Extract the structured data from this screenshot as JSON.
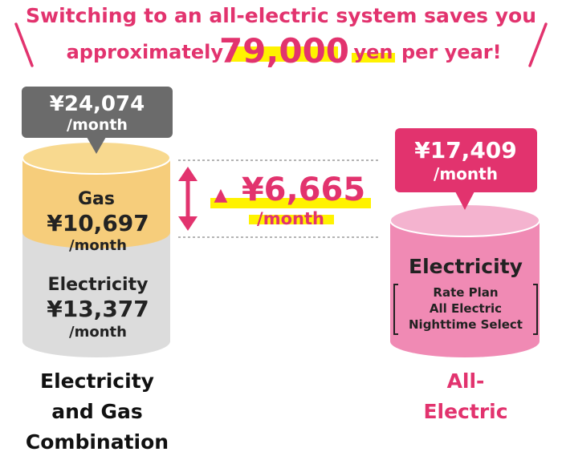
{
  "headline": {
    "line1": "Switching to an all-electric system saves you",
    "line2_prefix": "approximately",
    "savings_amount": "79,000",
    "line2_suffix_unit": "yen",
    "line2_suffix": "per year!"
  },
  "left": {
    "total_amount": "¥24,074",
    "total_unit": "/month",
    "gas_label": "Gas",
    "gas_amount": "¥10,697",
    "gas_unit": "/month",
    "elec_label": "Electricity",
    "elec_amount": "¥13,377",
    "elec_unit": "/month",
    "caption_line1": "Electricity",
    "caption_line2": "and Gas",
    "caption_line3": "Combination"
  },
  "difference": {
    "symbol": "▲",
    "amount": "¥6,665",
    "unit": "/month"
  },
  "right": {
    "total_amount": "¥17,409",
    "total_unit": "/month",
    "elec_label": "Electricity",
    "plan_line1": "Rate Plan",
    "plan_line2": "All Electric",
    "plan_line3": "Nighttime Select",
    "caption_line1": "All-",
    "caption_line2": "Electric"
  },
  "colors": {
    "accent_pink": "#e2336e",
    "gas_orange": "#f6cd7b",
    "gas_top": "#f8d98f",
    "elec_gray": "#dcdcdc",
    "pink_cyl": "#f08ab4",
    "pink_top": "#f4b3cf",
    "highlight_yellow": "#fff200",
    "bubble_gray": "#6b6b6b"
  }
}
